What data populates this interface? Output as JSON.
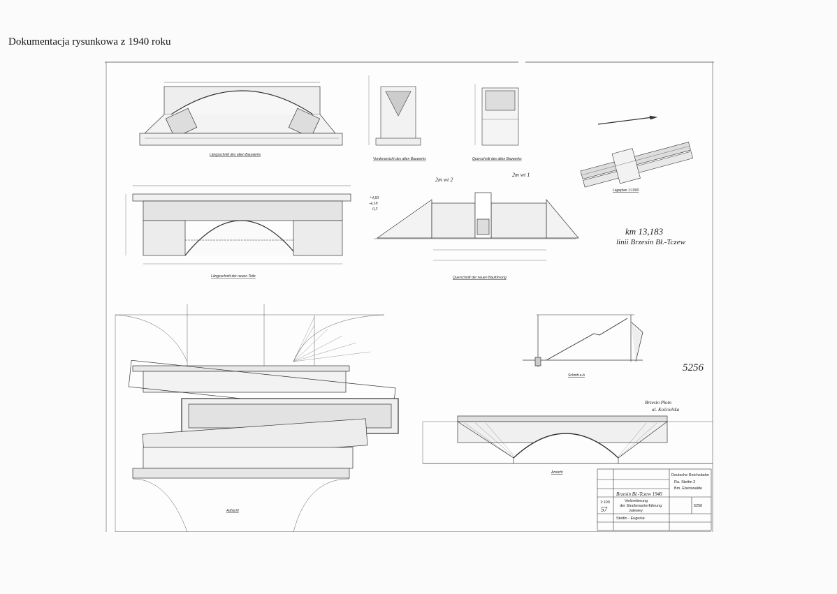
{
  "caption": "Dokumentacja rysunkowa z 1940 roku",
  "drawing": {
    "labels": {
      "long_old": "Längsschnitt des alten Bauwerks",
      "front_old": "Vorderansicht des alten Bauwerks",
      "cross_old": "Querschnitt des alten Bauwerks",
      "plan_detail": "Lageplan 1:1000",
      "long_new": "Längsschnitt der neuen Teile",
      "cross_new": "Querschnitt der neuen Bauführung",
      "section_ab": "Schnitt a-b",
      "plan": "Aufsicht",
      "elevation": "Ansicht"
    },
    "handwritten": {
      "km": "km 13,183",
      "line": "linii Brzesin Bł.-Tczew",
      "number": "5256",
      "place1": "Brzesin Płotn",
      "place2": "ul. Kościelska",
      "levels": [
        "+4,83",
        "-4,18",
        "0,5"
      ],
      "dims": [
        "2m wt 2",
        "2m wt 1"
      ]
    },
    "title_block": {
      "org": "Deutsche Reichsbahn",
      "office": "Ra. Stettin 2",
      "dept": "Bm. Eberswalde",
      "subject_line1": "Verbreiterung",
      "subject_line2": "der Straßenunterführung",
      "subject_line3": "Julewey",
      "scale": "1:100",
      "sheet_no": "5256",
      "stamp": "Brzesin Bł.-Tczew 1940",
      "number_left": "57",
      "route": "Stettin - Eugenie"
    }
  }
}
